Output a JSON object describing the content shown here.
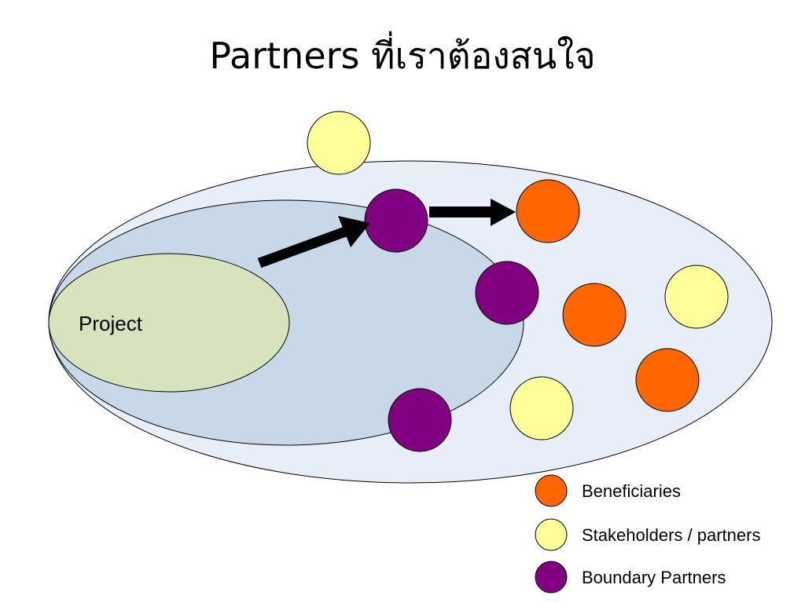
{
  "slide": {
    "title": "Partners ที่เราต้องสนใจ"
  },
  "diagram": {
    "project_label": "Project",
    "colors": {
      "outer_ellipse_fill": "#e8eef7",
      "middle_ellipse_fill": "#c9d8e8",
      "project_fill": "#d6e3bc",
      "beneficiary": "#ff6600",
      "stakeholder": "#ffff99",
      "boundary_partner": "#800080",
      "arrow": "#000000",
      "outline": "#000000"
    }
  },
  "legend": {
    "items": [
      {
        "label": "Beneficiaries",
        "color": "#ff6600"
      },
      {
        "label": "Stakeholders / partners",
        "color": "#ffff99"
      },
      {
        "label": "Boundary Partners",
        "color": "#800080"
      }
    ]
  }
}
